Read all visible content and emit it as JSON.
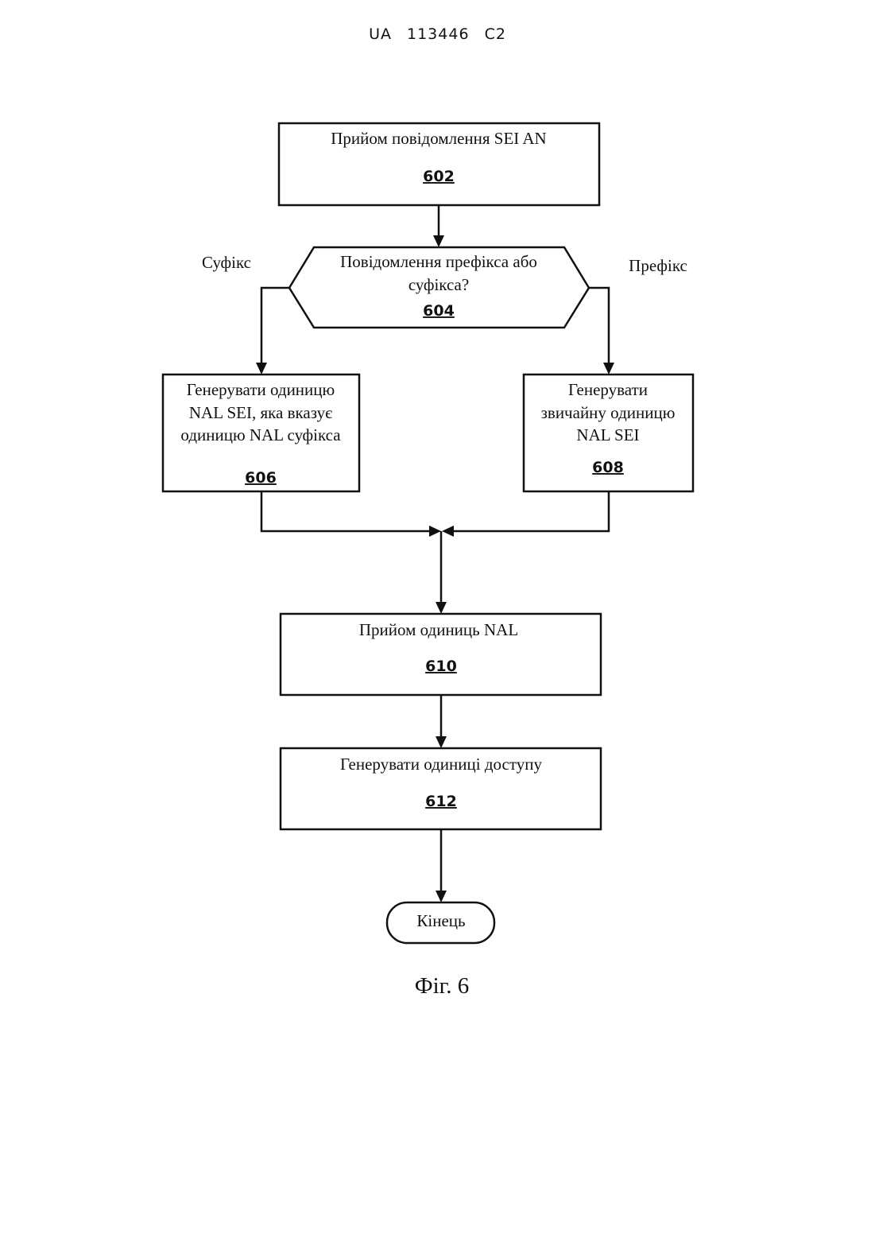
{
  "header": {
    "doc_id": "UA   113446   C2"
  },
  "nodes": {
    "n602": {
      "lines": [
        "Прийом повідомлення SEI AN"
      ],
      "number": "602"
    },
    "n604": {
      "lines": [
        "Повідомлення префікса або",
        "суфікса?"
      ],
      "number": "604"
    },
    "n606": {
      "lines": [
        "Генерувати одиницю",
        "NAL SEI, яка вказує",
        "одиницю NAL суфікса"
      ],
      "number": "606"
    },
    "n608": {
      "lines": [
        "Генерувати",
        "звичайну одиницю",
        "NAL SEI"
      ],
      "number": "608"
    },
    "n610": {
      "lines": [
        "Прийом одиниць NAL"
      ],
      "number": "610"
    },
    "n612": {
      "lines": [
        "Генерувати одиниці доступу"
      ],
      "number": "612"
    },
    "end": {
      "label": "Кінець"
    }
  },
  "branches": {
    "left": "Суфікс",
    "right": "Префікс"
  },
  "caption": "Фіг. 6"
}
